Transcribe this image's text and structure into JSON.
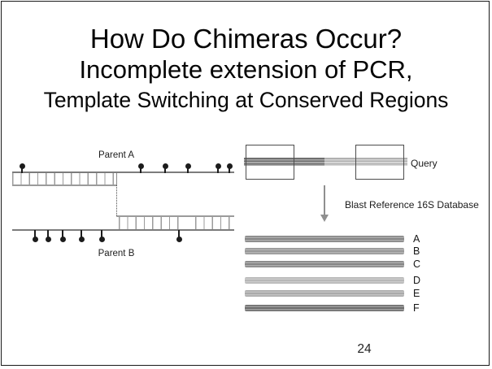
{
  "title": {
    "line1": "How Do Chimeras Occur?",
    "line2": "Incomplete extension of PCR,",
    "line3": "Template Switching at Conserved Regions"
  },
  "left_diagram": {
    "parent_a_label": "Parent A",
    "parent_b_label": "Parent B",
    "primers_top_x": [
      27,
      173,
      203,
      231,
      268,
      282
    ],
    "primers_bottom_x": [
      43,
      59,
      77,
      100,
      125,
      220
    ]
  },
  "right_diagram": {
    "query_label": "Query",
    "blast_label": "Blast Reference 16S Database",
    "reference_rows": [
      {
        "label": "A",
        "shade": "mediumdark"
      },
      {
        "label": "B",
        "shade": "medium"
      },
      {
        "label": "C",
        "shade": "mediumdark"
      },
      {
        "label": "D",
        "shade": "light"
      },
      {
        "label": "E",
        "shade": "mediumlight"
      },
      {
        "label": "F",
        "shade": "dark"
      }
    ]
  },
  "page_number": "24",
  "colors": {
    "strand_gray": "#7c7c7c",
    "ladder_gray": "#9b9b9b",
    "primer_black": "#1c1c1c",
    "arrow_gray": "#8f8f8f",
    "query_dark_segment": "#6f6f6f",
    "query_light_segment": "#b0b0b0",
    "frame_border": "#1a1a1a"
  }
}
